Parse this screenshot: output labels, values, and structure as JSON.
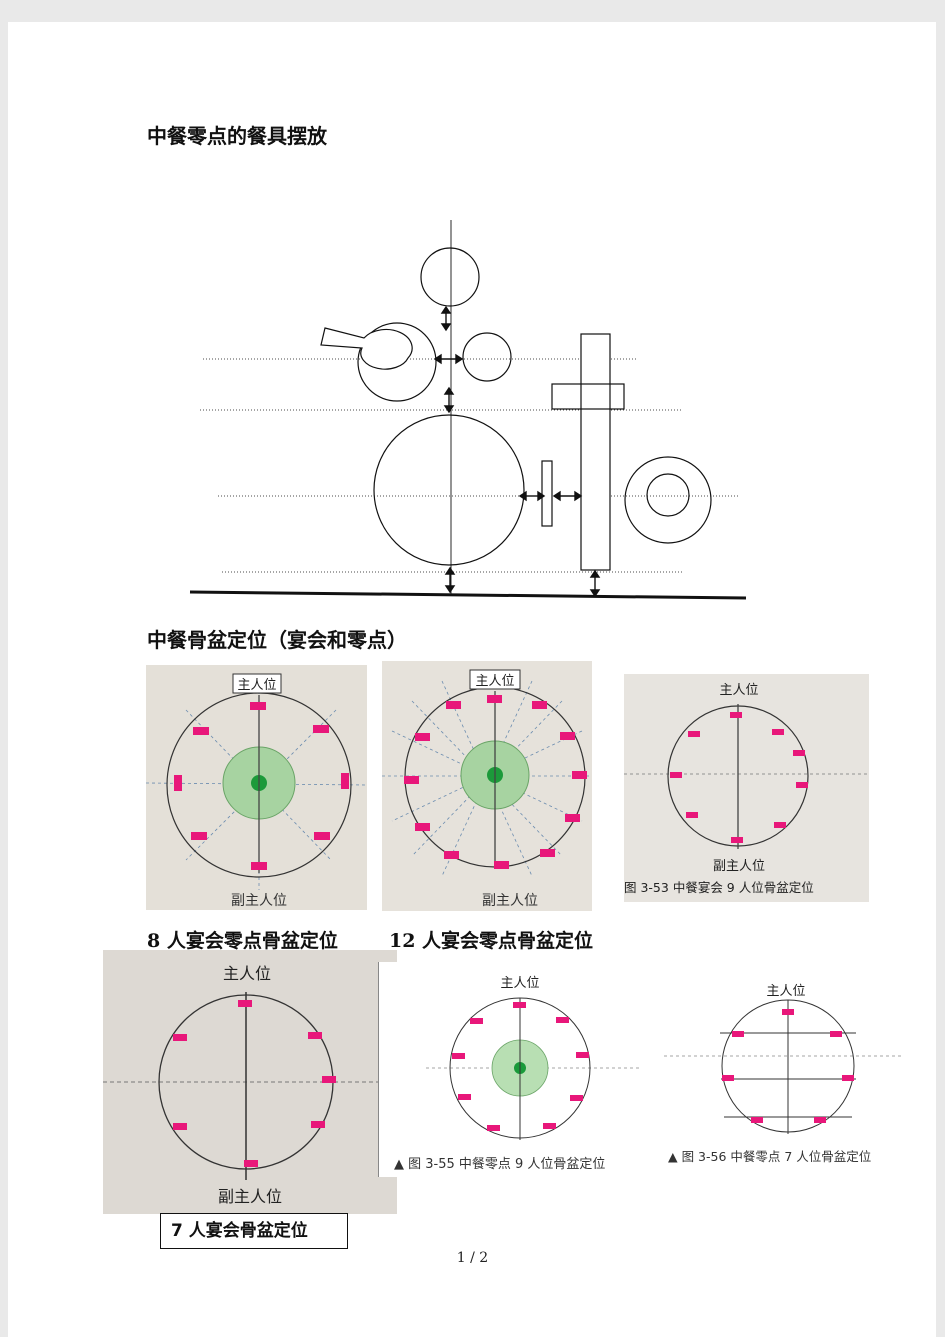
{
  "heading_place_setting": "中餐零点的餐具摆放",
  "heading_bone_plate": "中餐骨盆定位（宴会和零点）",
  "caption_row": {
    "left": "8 人宴会零点骨盆定位",
    "right": "12 人宴会零点骨盆定位"
  },
  "fig_8": {
    "host": "主人位",
    "cohost": "副主人位"
  },
  "fig_12": {
    "host": "主人位",
    "cohost": "副主人位"
  },
  "fig_9_banquet": {
    "host": "主人位",
    "cohost": "副主人位",
    "caption": "图 3-53   中餐宴会 9 人位骨盆定位"
  },
  "fig_7_banquet": {
    "host": "主人位",
    "cohost": "副主人位",
    "caption": "7 人宴会骨盆定位"
  },
  "fig_9_casual": {
    "host": "主人位",
    "caption": "▲ 图 3-55   中餐零点 9 人位骨盆定位"
  },
  "fig_7_casual": {
    "host": "主人位",
    "caption": "▲ 图 3-56   中餐零点 7 人位骨盆定位"
  },
  "colors": {
    "marker": "#e8177a",
    "center_ring": "#9fd29a",
    "center_dot": "#1a9a3a",
    "photo_bg": "#e6e2dc"
  },
  "page_number": "1 / 2"
}
